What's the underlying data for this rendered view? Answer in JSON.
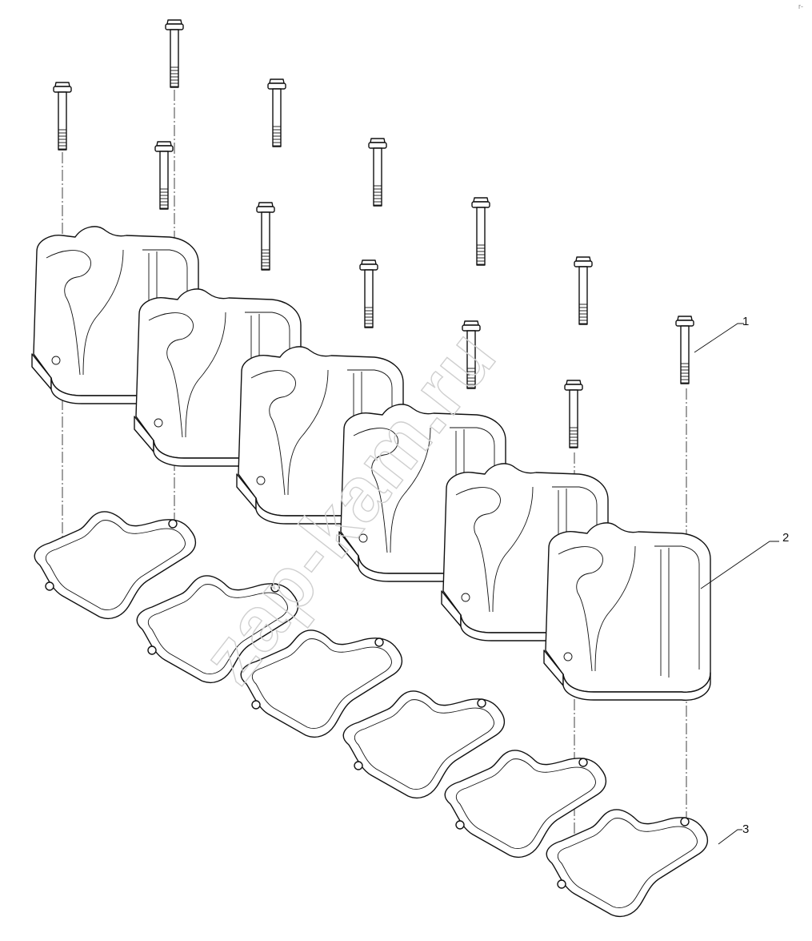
{
  "diagram": {
    "callouts": [
      {
        "id": "1",
        "label": "1"
      },
      {
        "id": "2",
        "label": "2"
      },
      {
        "id": "3",
        "label": "3"
      }
    ],
    "watermark": "zap-kam.ru",
    "corner_mark": "r-"
  }
}
